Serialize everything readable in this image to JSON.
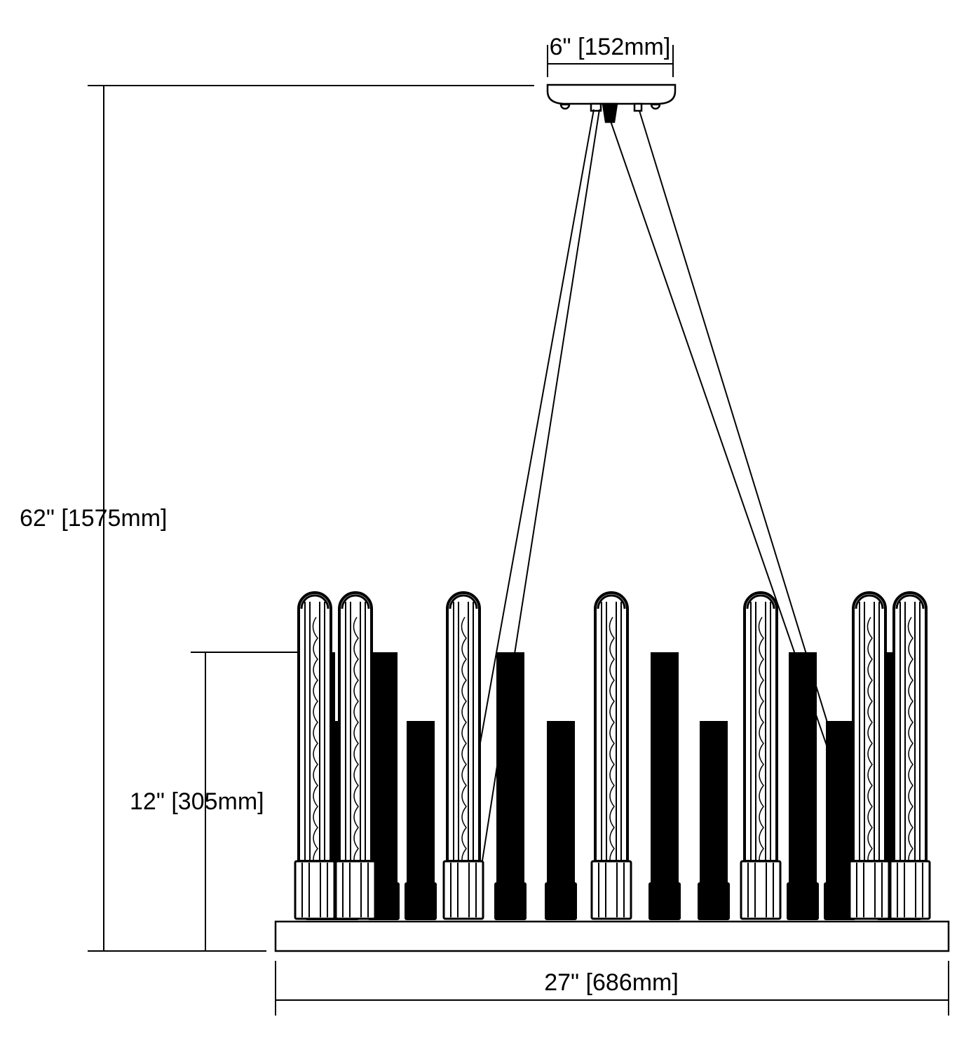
{
  "drawing": {
    "colors": {
      "ink": "#000000",
      "paper": "#ffffff"
    },
    "dimensions": {
      "canopy_width": "6\" [152mm]",
      "overall_height": "62\" [1575mm]",
      "fixture_height": "12\" [305mm]",
      "fixture_width": "27\" [686mm]"
    }
  }
}
